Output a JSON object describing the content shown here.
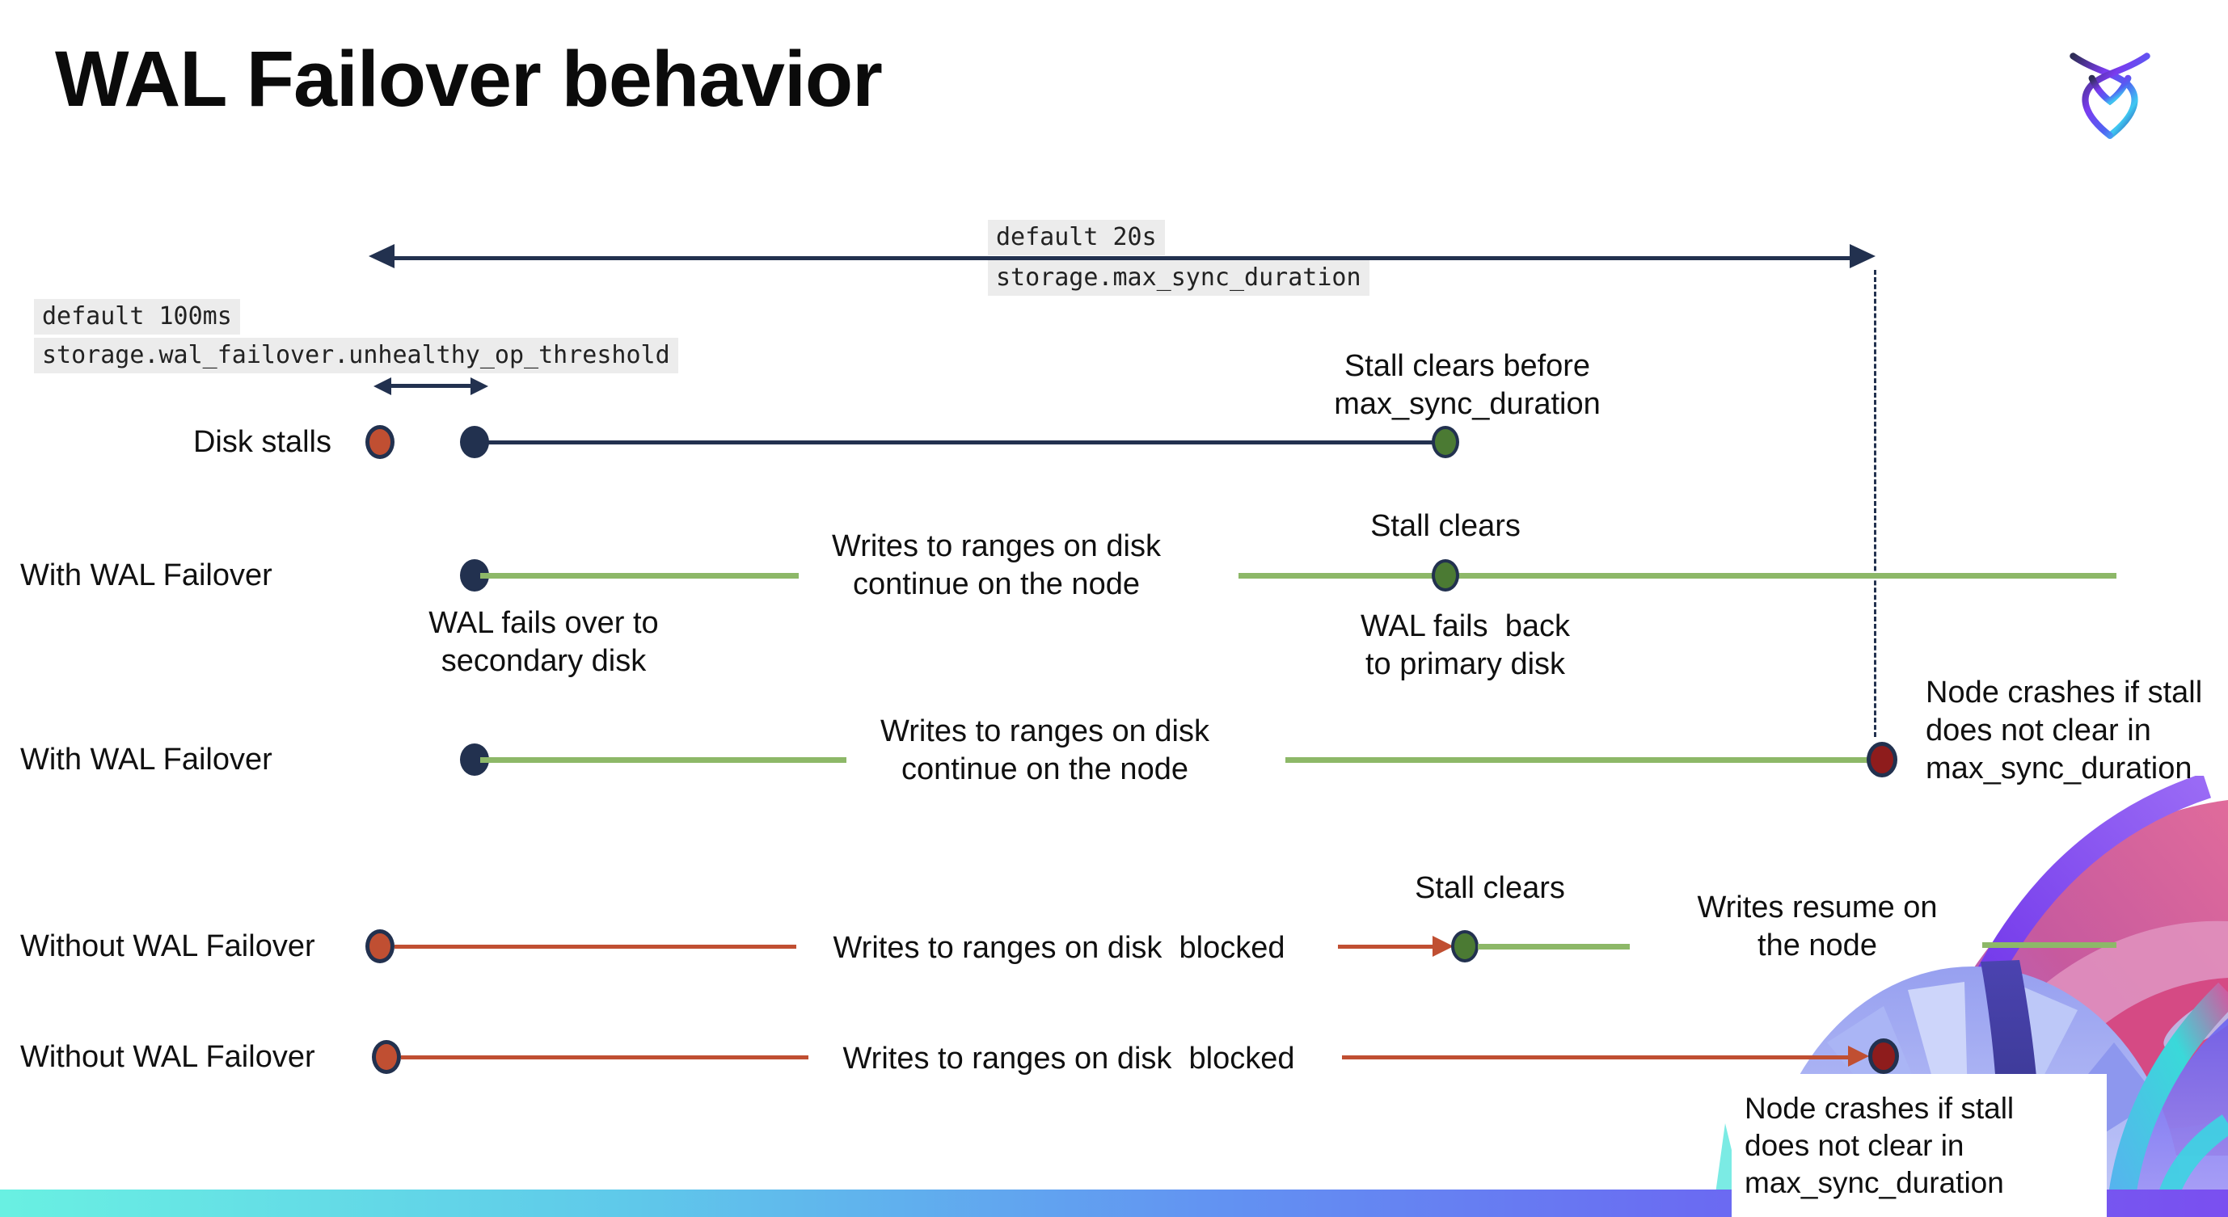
{
  "title": "WAL Failover behavior",
  "settings": {
    "max_sync_duration": {
      "default_label": "default 20s",
      "setting_name": "storage.max_sync_duration"
    },
    "unhealthy_op_threshold": {
      "default_label": "default 100ms",
      "setting_name": "storage.wal_failover.unhealthy_op_threshold"
    }
  },
  "rows": {
    "disk_stalls": {
      "label": "Disk stalls",
      "note_line1": "Stall clears before",
      "note_line2": "max_sync_duration"
    },
    "wal_failover_1": {
      "label": "With WAL Failover",
      "writes_line1": "Writes to ranges on disk",
      "writes_line2": "continue on the node",
      "stall_clears": "Stall clears",
      "failover_line1": "WAL fails over to",
      "failover_line2": "secondary disk",
      "failback_line1": "WAL fails  back",
      "failback_line2": "to primary disk"
    },
    "wal_failover_2": {
      "label": "With WAL Failover",
      "writes_line1": "Writes to ranges on disk",
      "writes_line2": "continue on the node",
      "crash_line1": "Node crashes if stall",
      "crash_line2": "does not clear in",
      "crash_line3": "max_sync_duration"
    },
    "without_1": {
      "label": "Without WAL Failover",
      "blocked": "Writes to ranges on disk  blocked",
      "stall_clears": "Stall clears",
      "resume_line1": "Writes resume on",
      "resume_line2": "the node"
    },
    "without_2": {
      "label": "Without WAL Failover",
      "blocked": "Writes to ranges on disk  blocked",
      "crash_line1": "Node crashes if stall",
      "crash_line2": "does not clear in",
      "crash_line3": "max_sync_duration"
    }
  },
  "colors": {
    "navy": "#22314f",
    "green_line": "#8db868",
    "green_dot": "#4b7a33",
    "red": "#c04f32",
    "dark_red": "#8e1c1c",
    "label_bg": "#ececec",
    "bar_cyan": "#69f0e2",
    "bar_blue": "#6292f2",
    "bar_purple": "#7a4ff0"
  }
}
